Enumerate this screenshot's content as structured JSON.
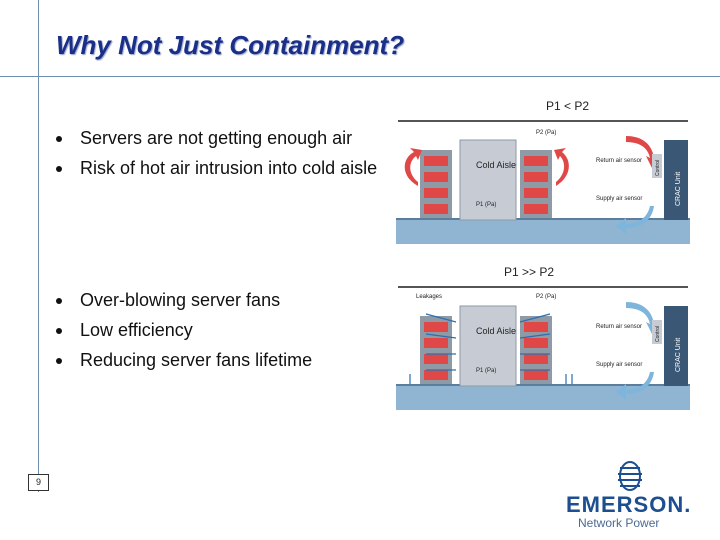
{
  "slide": {
    "title": "Why Not Just Containment?",
    "page_number": "9"
  },
  "bullets_top": [
    "Servers are not getting enough air",
    "Risk of hot air intrusion into cold aisle"
  ],
  "bullets_bottom": [
    "Over-blowing server fans",
    "Low efficiency",
    "Reducing server fans lifetime"
  ],
  "diagram_top": {
    "heading": "P1 < P2",
    "p2_label": "P2 (Pa)",
    "cold_aisle": "Cold Aisle",
    "p1_label": "P1 (Pa)",
    "return_sensor": "Return air sensor",
    "supply_sensor": "Supply air sensor",
    "crac_unit": "CRAC Unit",
    "control": "Control"
  },
  "diagram_bottom": {
    "heading": "P1 >> P2",
    "leakages": "Leakages",
    "p2_label": "P2 (Pa)",
    "cold_aisle": "Cold Aisle",
    "p1_label": "P1 (Pa)",
    "return_sensor": "Return air sensor",
    "supply_sensor": "Supply air sensor",
    "crac_unit": "CRAC Unit",
    "control": "Control"
  },
  "logo": {
    "name": "EMERSON.",
    "sub": "Network Power"
  },
  "colors": {
    "title": "#1a2f87",
    "rule": "#6f8fb0",
    "hot": "#e04848",
    "cold": "#7db5dc",
    "rack": "#8e9aa6",
    "floor": "#8fb5d2",
    "brand": "#1d4e8f"
  }
}
